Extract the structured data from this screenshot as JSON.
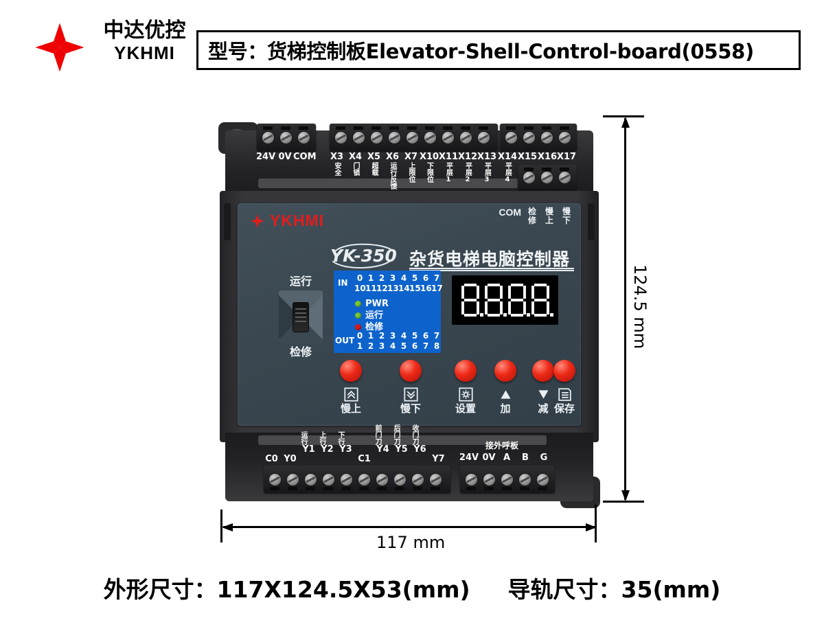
{
  "header": {
    "brand_cn": "中达优控",
    "brand_en": "YKHMI",
    "logo_icon": "four-point-star-red",
    "title": "型号：货梯控制板Elevator-Shell-Control-board(0558)"
  },
  "device": {
    "board_logo_text": "YKHMI",
    "board_logo_icon": "four-point-star-red",
    "model_code": "YK-350",
    "model_name": "杂货电梯电脑控制器",
    "corner_legend": {
      "com": "COM",
      "items": [
        {
          "top": "检",
          "bottom": "修"
        },
        {
          "top": "慢",
          "bottom": "上"
        },
        {
          "top": "慢",
          "bottom": "下"
        }
      ]
    },
    "switch": {
      "top_label": "运行",
      "bottom_label": "检修",
      "icon": "toggle-switch"
    },
    "io_panel": {
      "in_tag": "IN",
      "out_tag": "OUT",
      "in_row1": [
        "0",
        "1",
        "2",
        "3",
        "4",
        "5",
        "6",
        "7"
      ],
      "in_row2": [
        "10",
        "11",
        "12",
        "13",
        "14",
        "15",
        "16",
        "17"
      ],
      "out_row1": [
        "0",
        "1",
        "2",
        "3",
        "4",
        "5",
        "6",
        "7"
      ],
      "out_row2": [
        "1",
        "2",
        "3",
        "4",
        "5",
        "6",
        "7",
        "8"
      ],
      "leds": [
        {
          "label": "PWR",
          "color": "#7ccb2a"
        },
        {
          "label": "运行",
          "color": "#7ccb2a"
        },
        {
          "label": "检修",
          "color": "#e01818"
        }
      ]
    },
    "display": {
      "value": "8.8.8.8.",
      "digits": [
        "8",
        "8",
        "8",
        "8"
      ],
      "color": "#f2f2f2",
      "background": "#000000"
    },
    "buttons": [
      {
        "label": "慢上",
        "icon": "chevrons-up-boxed-icon"
      },
      {
        "label": "慢下",
        "icon": "chevrons-down-boxed-icon"
      },
      {
        "label": "设置",
        "icon": "gear-boxed-icon"
      },
      {
        "label": "加",
        "icon": "triangle-up-icon"
      },
      {
        "label": "减",
        "icon": "triangle-down-icon"
      },
      {
        "label": "保存",
        "icon": "save-disk-icon"
      }
    ],
    "terminals": {
      "top_left": [
        {
          "code": "24V",
          "sub": ""
        },
        {
          "code": "0V",
          "sub": ""
        },
        {
          "code": "COM",
          "sub": ""
        }
      ],
      "top_mid": [
        {
          "code": "X3",
          "sub": "安全"
        },
        {
          "code": "X4",
          "sub": "门锁"
        },
        {
          "code": "X5",
          "sub": "超载"
        },
        {
          "code": "X6",
          "sub": "运行反馈"
        },
        {
          "code": "X7",
          "sub": "上限位"
        },
        {
          "code": "X10",
          "sub": "下限位"
        },
        {
          "code": "X11",
          "sub": "平层1"
        },
        {
          "code": "X12",
          "sub": "平层2"
        },
        {
          "code": "X13",
          "sub": "平层3"
        }
      ],
      "top_right": [
        {
          "code": "X14",
          "sub": "平层4"
        },
        {
          "code": "X15",
          "sub": ""
        },
        {
          "code": "X16",
          "sub": ""
        },
        {
          "code": "X17",
          "sub": ""
        }
      ],
      "bottom_left": [
        {
          "code": "C0",
          "sub": ""
        },
        {
          "code": "Y0",
          "sub": ""
        },
        {
          "code": "Y1",
          "sub": "运行"
        },
        {
          "code": "Y2",
          "sub": "上行"
        },
        {
          "code": "Y3",
          "sub": "下行"
        },
        {
          "code": "C1",
          "sub": ""
        },
        {
          "code": "Y4",
          "sub": "前门刀"
        },
        {
          "code": "Y5",
          "sub": "后门刀"
        },
        {
          "code": "Y6",
          "sub": "收门刀"
        },
        {
          "code": "Y7",
          "sub": ""
        }
      ],
      "bottom_right_note": "接外呼板",
      "bottom_right": [
        {
          "code": "24V"
        },
        {
          "code": "0V"
        },
        {
          "code": "A"
        },
        {
          "code": "B"
        },
        {
          "code": "G"
        }
      ]
    }
  },
  "dimensions": {
    "height_label": "124.5 mm",
    "width_label": "117 mm"
  },
  "footer": {
    "outline_label": "外形尺寸：117X124.5X53(mm)",
    "rail_label": "导轨尺寸：35(mm)"
  }
}
